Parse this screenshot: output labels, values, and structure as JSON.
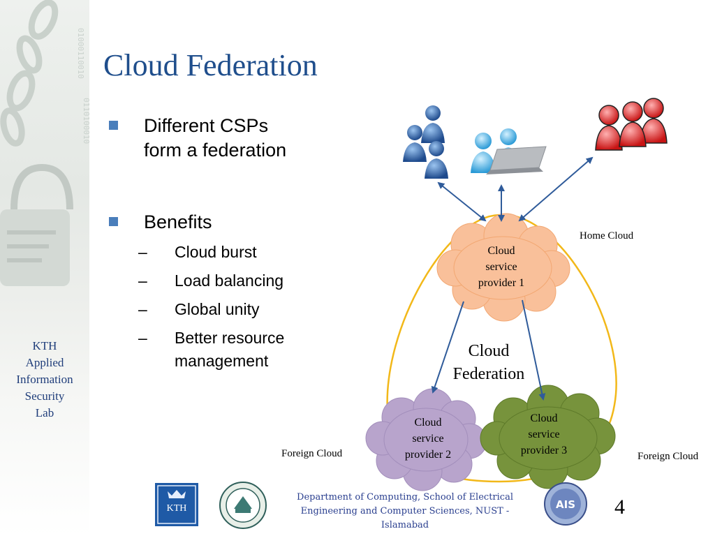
{
  "slide": {
    "title": "Cloud Federation",
    "page_number": "4"
  },
  "sidebar": {
    "lab_lines": [
      "KTH",
      "Applied",
      "Information",
      "Security",
      "Lab"
    ]
  },
  "bullets": [
    {
      "lines": [
        "Different CSPs",
        "form a federation"
      ]
    },
    {
      "lines": [
        "Benefits"
      ]
    }
  ],
  "sub_bullets": [
    {
      "dash": "–",
      "lines": [
        "Cloud burst"
      ]
    },
    {
      "dash": "–",
      "lines": [
        "Load balancing"
      ]
    },
    {
      "dash": "–",
      "lines": [
        "Global unity"
      ]
    },
    {
      "dash": "–",
      "lines": [
        "Better resource",
        "management"
      ]
    }
  ],
  "diagram": {
    "cloud1": {
      "lines": [
        "Cloud",
        "service",
        "provider 1"
      ],
      "color": "#f9c09a"
    },
    "cloud2": {
      "lines": [
        "Cloud",
        "service",
        "provider 2"
      ],
      "color": "#b8a4cc"
    },
    "cloud3": {
      "lines": [
        "Cloud",
        "service",
        "provider 3"
      ],
      "color": "#77933c"
    },
    "federation_label": [
      "Cloud",
      "Federation"
    ],
    "home_cloud": "Home Cloud",
    "foreign_cloud_left": "Foreign Cloud",
    "foreign_cloud_right": "Foreign Cloud",
    "ellipse_color": "#f2b819",
    "arrow_color": "#2f5b9a"
  },
  "footer": {
    "lines": [
      "Department of Computing, School of Electrical",
      "Engineering and Computer Sciences, NUST -",
      "Islamabad"
    ]
  },
  "logos": {
    "kth_text": "KTH",
    "ais_text": "AIS"
  },
  "icons": {
    "users_left": "user-group-icon",
    "users_middle": "laptop-users-icon",
    "users_right": "red-user-group-icon",
    "padlock": "padlock-icon"
  }
}
